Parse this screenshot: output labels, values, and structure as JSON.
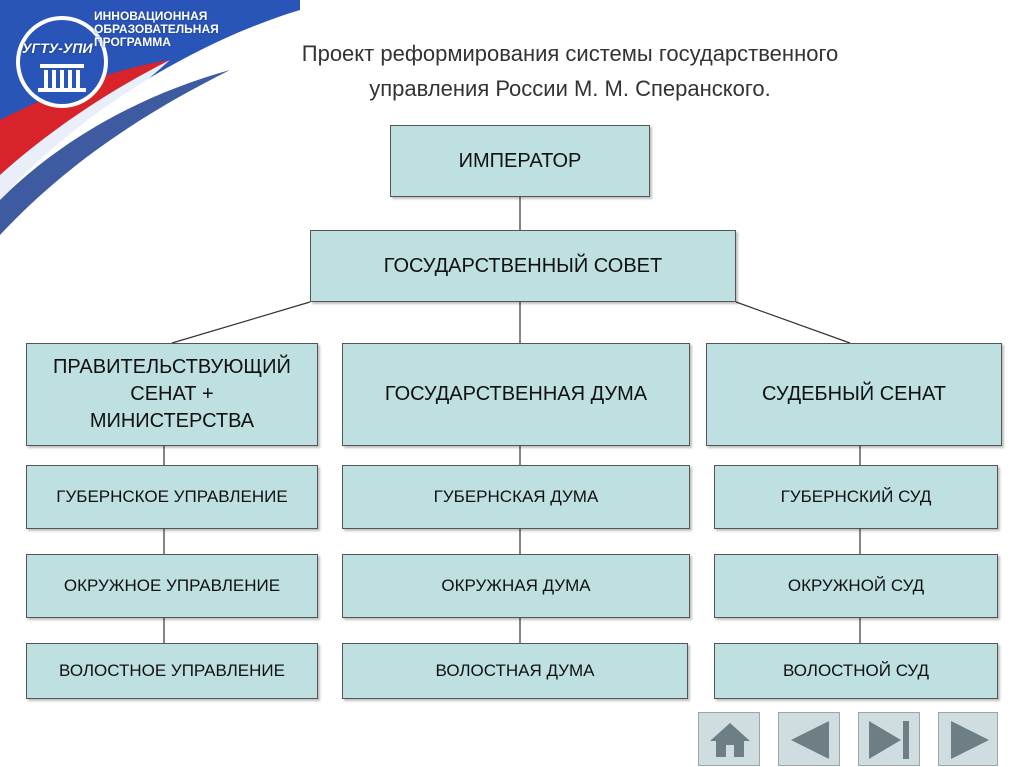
{
  "header": {
    "brand": "УГТУ-УПИ",
    "program": [
      "ИННОВАЦИОННАЯ",
      "ОБРАЗОВАТЕЛЬНАЯ",
      "ПРОГРАММА"
    ]
  },
  "title_lines": [
    "Проект реформирования системы государственного",
    "управления России М. М. Сперанского."
  ],
  "diagram": {
    "emperor": "ИМПЕРАТОР",
    "state_council": "ГОСУДАРСТВЕННЫЙ СОВЕТ",
    "branches": [
      {
        "head": [
          "ПРАВИТЕЛЬСТВУЮЩИЙ",
          "СЕНАТ +",
          "МИНИСТЕРСТВА"
        ],
        "levels": [
          "ГУБЕРНСКОЕ УПРАВЛЕНИЕ",
          "ОКРУЖНОЕ УПРАВЛЕНИЕ",
          "ВОЛОСТНОЕ УПРАВЛЕНИЕ"
        ]
      },
      {
        "head": [
          "ГОСУДАРСТВЕННАЯ ДУМА"
        ],
        "levels": [
          "ГУБЕРНСКАЯ ДУМА",
          "ОКРУЖНАЯ ДУМА",
          "ВОЛОСТНАЯ ДУМА"
        ]
      },
      {
        "head": [
          "СУДЕБНЫЙ СЕНАТ"
        ],
        "levels": [
          "ГУБЕРНСКИЙ СУД",
          "ОКРУЖНОЙ СУД",
          "ВОЛОСТНОЙ СУД"
        ]
      }
    ]
  },
  "nav_buttons": [
    "home-icon",
    "prev-icon",
    "end-icon",
    "next-icon"
  ],
  "colors": {
    "box_fill": "#bfe0e0",
    "box_border": "#555555",
    "title": "#333333",
    "accent_blue": "#1c3d8f",
    "accent_red": "#d8232a"
  }
}
